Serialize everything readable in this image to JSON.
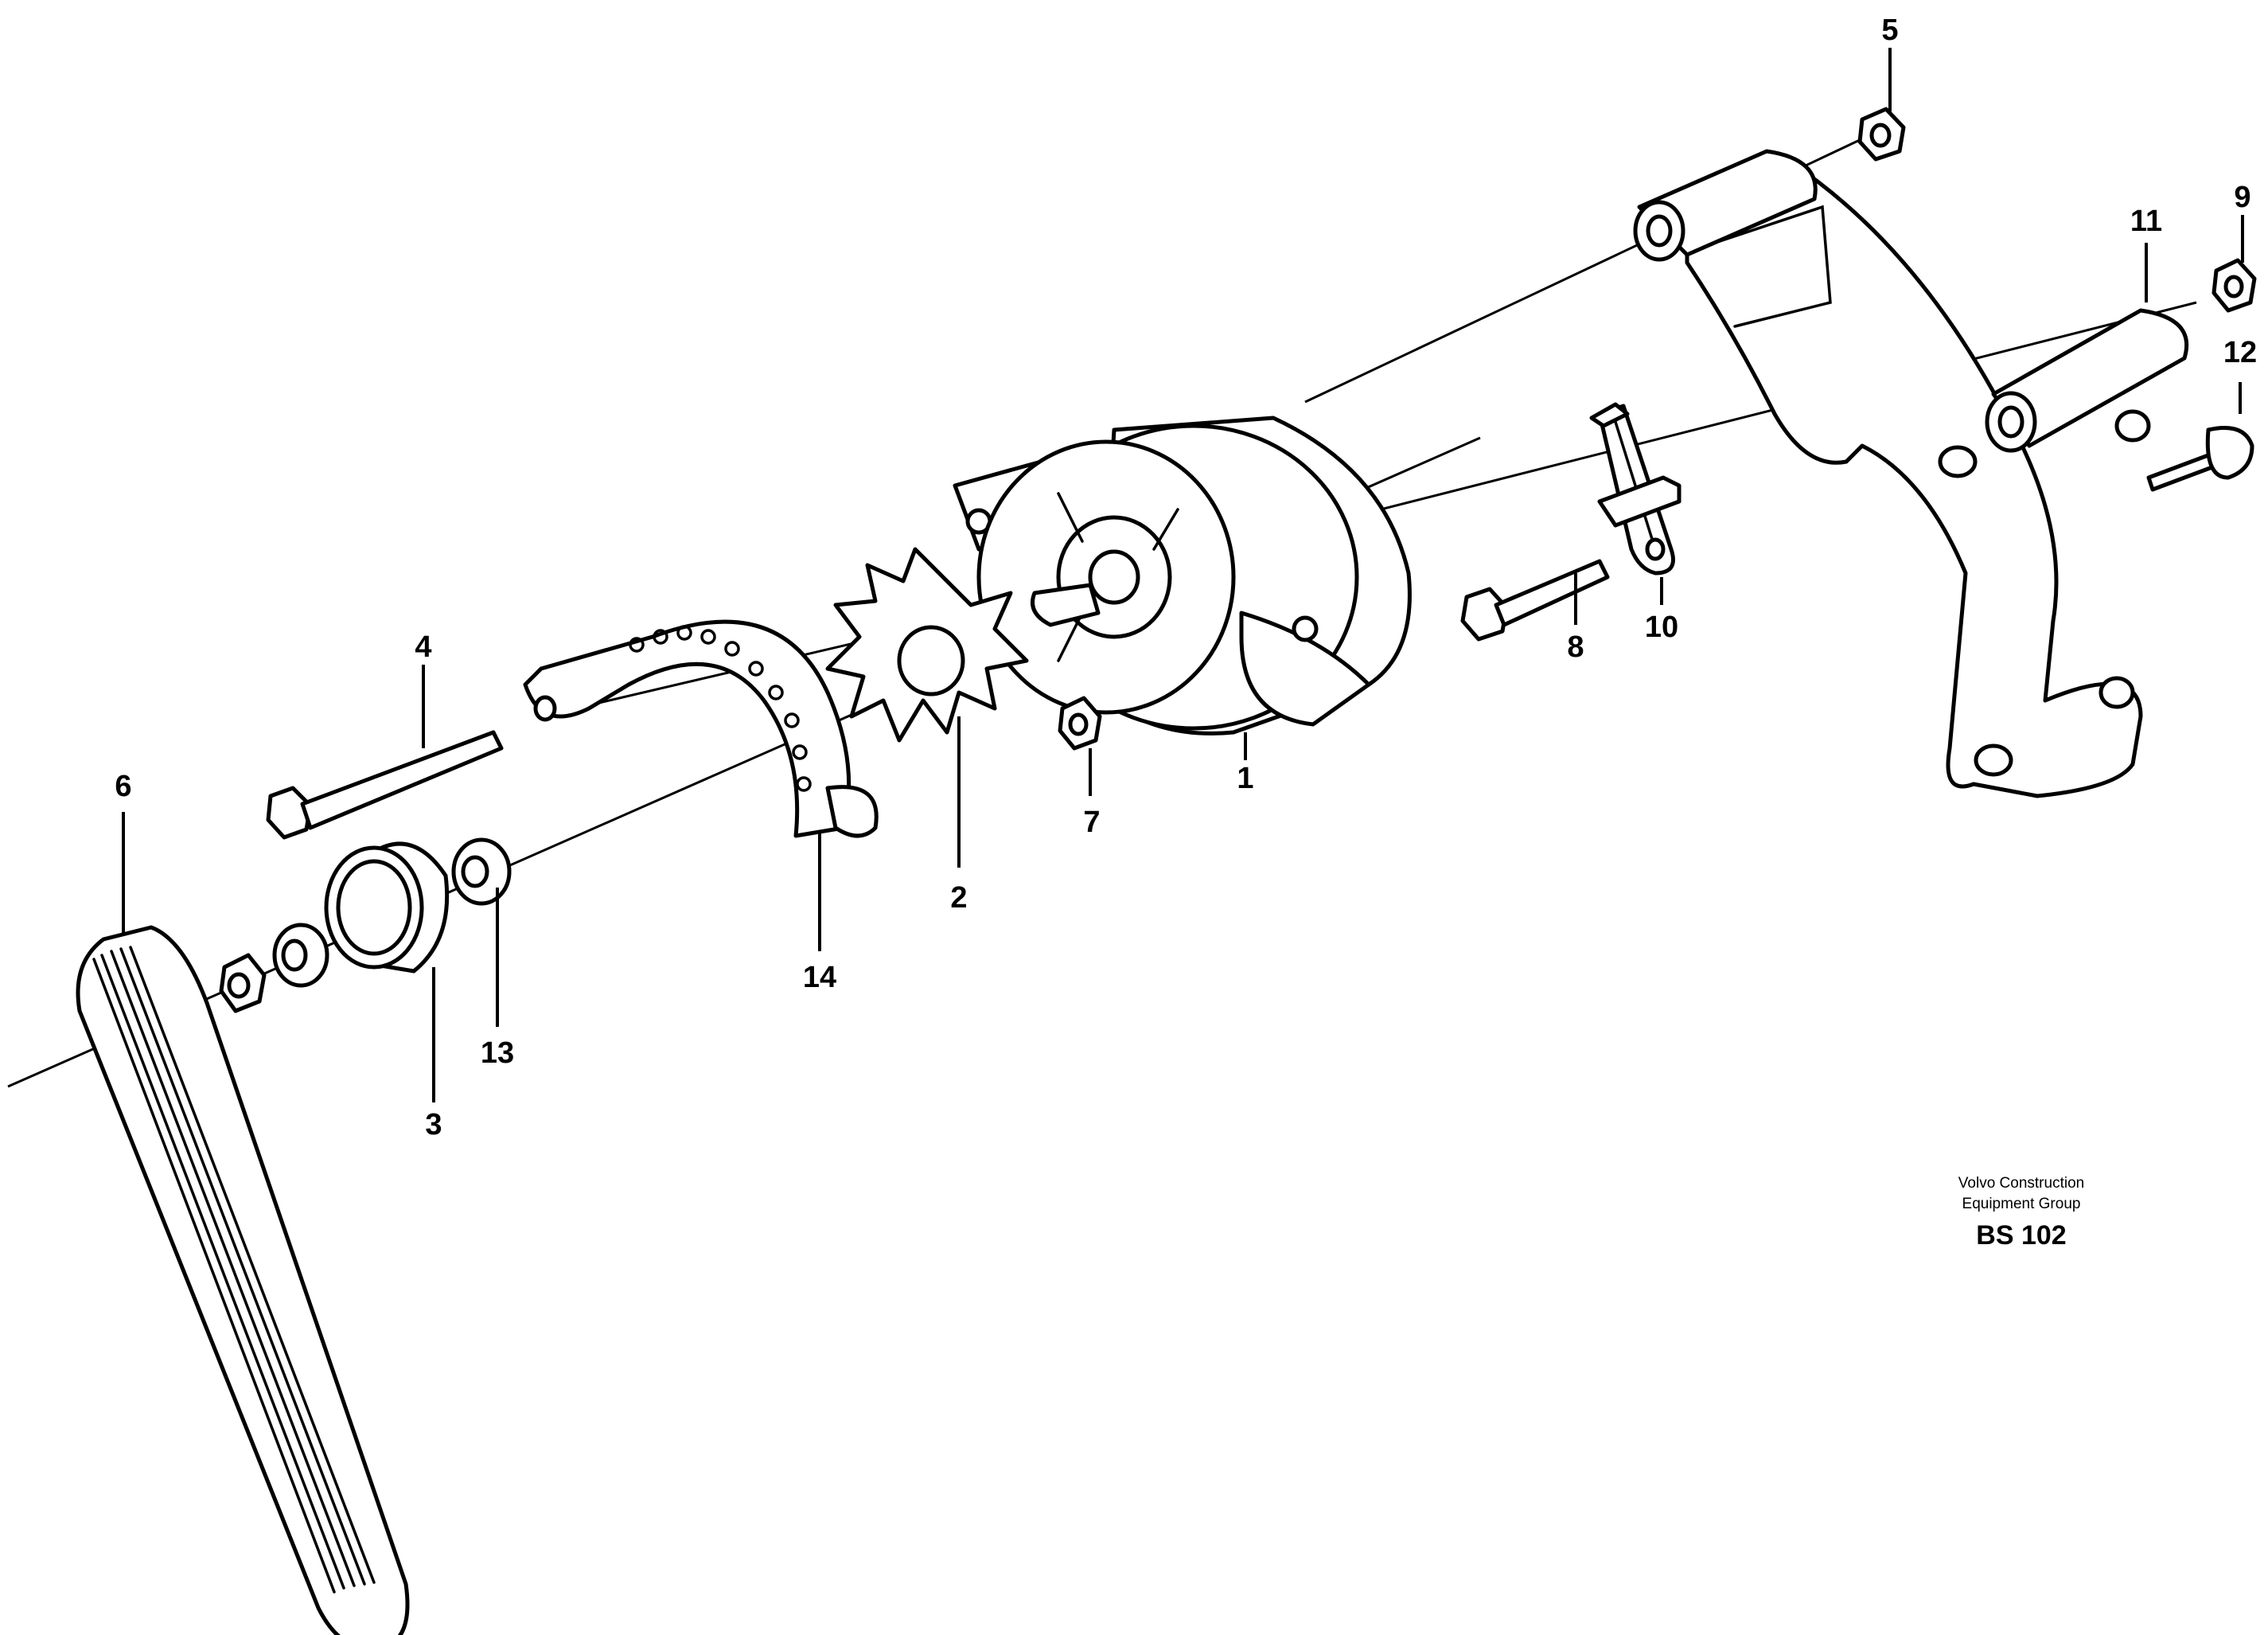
{
  "diagram": {
    "callouts": [
      {
        "id": "1",
        "label": "1"
      },
      {
        "id": "2",
        "label": "2"
      },
      {
        "id": "3",
        "label": "3"
      },
      {
        "id": "4",
        "label": "4"
      },
      {
        "id": "5",
        "label": "5"
      },
      {
        "id": "6",
        "label": "6"
      },
      {
        "id": "7",
        "label": "7"
      },
      {
        "id": "8",
        "label": "8"
      },
      {
        "id": "9",
        "label": "9"
      },
      {
        "id": "10",
        "label": "10"
      },
      {
        "id": "11",
        "label": "11"
      },
      {
        "id": "12",
        "label": "12"
      },
      {
        "id": "13",
        "label": "13"
      },
      {
        "id": "14",
        "label": "14"
      }
    ],
    "credit": {
      "line1": "Volvo Construction",
      "line2": "Equipment Group",
      "reference": "BS 102"
    }
  }
}
